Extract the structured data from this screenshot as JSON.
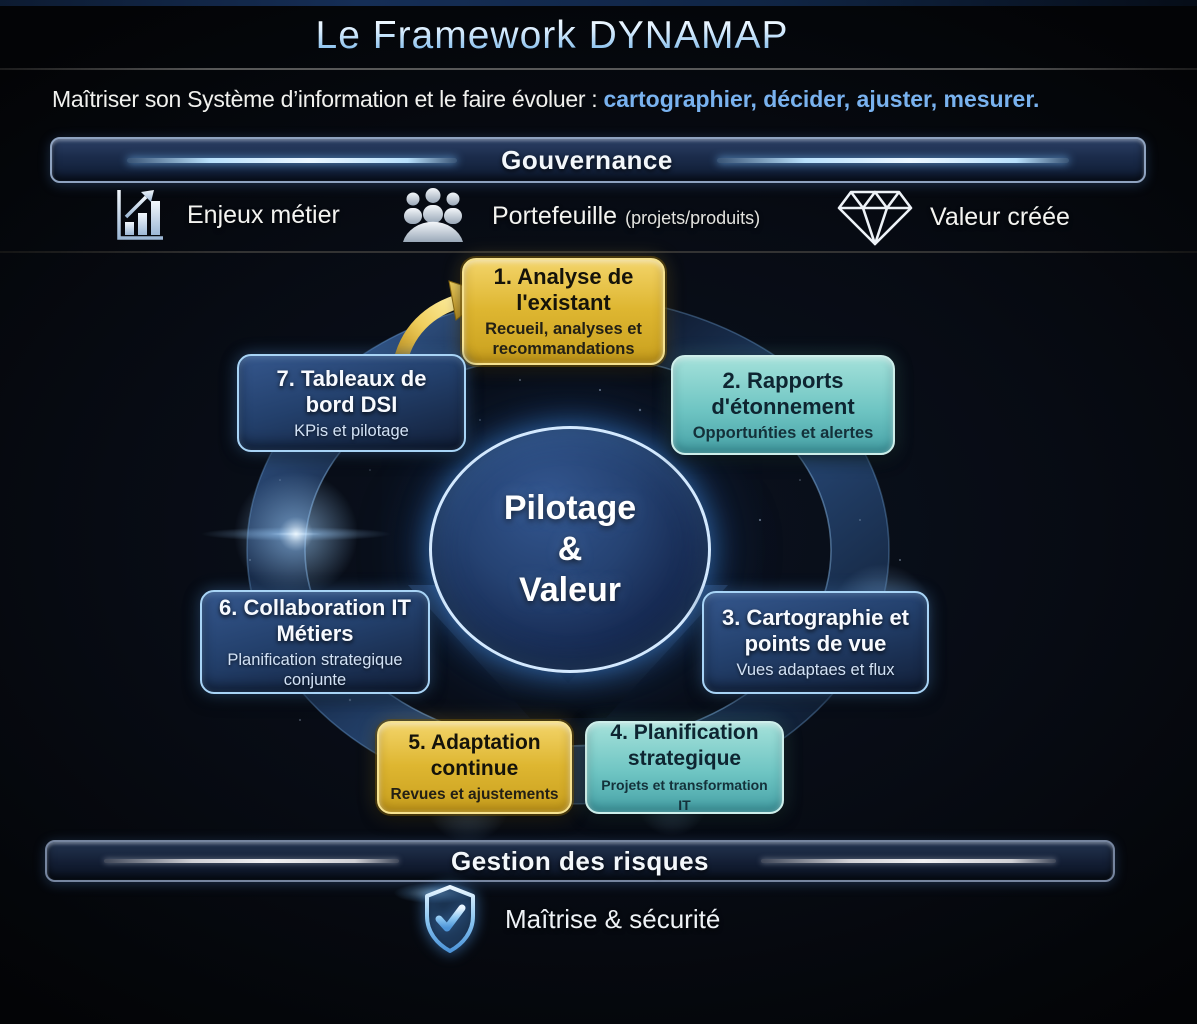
{
  "title": "Le Framework DYNAMAP",
  "subtitle": {
    "lead": "Maîtriser son Système d’information et le faire évoluer : ",
    "emphasis": "cartographier, décider, ajuster, mesurer."
  },
  "governance_band": {
    "label": "Gouvernance",
    "items": [
      {
        "icon": "bar-chart-growth-icon",
        "label": "Enjeux métier",
        "note": ""
      },
      {
        "icon": "people-group-icon",
        "label": "Portefeuille",
        "note": "(projets/produits)"
      },
      {
        "icon": "diamond-icon",
        "label": "Valeur créée",
        "note": ""
      }
    ]
  },
  "cycle": {
    "center": {
      "line1": "Pilotage",
      "line2": "&",
      "line3": "Valeur"
    },
    "steps": [
      {
        "title": "1. Analyse de l'existant",
        "subtitle": "Recueil, analyses et recommandations",
        "color": "gold"
      },
      {
        "title": "2. Rapports d'étonnement",
        "subtitle": "Opportuńties et alertes",
        "color": "teal"
      },
      {
        "title": "3. Cartographie et points de vue",
        "subtitle": "Vues adaptaes et flux",
        "color": "navy"
      },
      {
        "title": "4. Planification strategique",
        "subtitle": "Projets et transformation IT",
        "color": "teal"
      },
      {
        "title": "5. Adaptation continue",
        "subtitle": "Revues et ajustements",
        "color": "gold"
      },
      {
        "title": "6. Collaboration IT Métiers",
        "subtitle": "Planification strategique conjunte",
        "color": "navy"
      },
      {
        "title": "7. Tableaux de bord DSI",
        "subtitle": "KPis et pilotage",
        "color": "navy"
      }
    ]
  },
  "risk_band": {
    "label": "Gestion des risques",
    "item": {
      "icon": "shield-check-icon",
      "label": "Maîtrise & sécurité"
    }
  },
  "colors": {
    "accent_blue": "#79b2ef",
    "title_blue": "#bfe0fa",
    "gold": "#deb631",
    "teal": "#6fc5c3",
    "navy_box": "#23406c",
    "glow_blue": "#4aa3ff"
  }
}
